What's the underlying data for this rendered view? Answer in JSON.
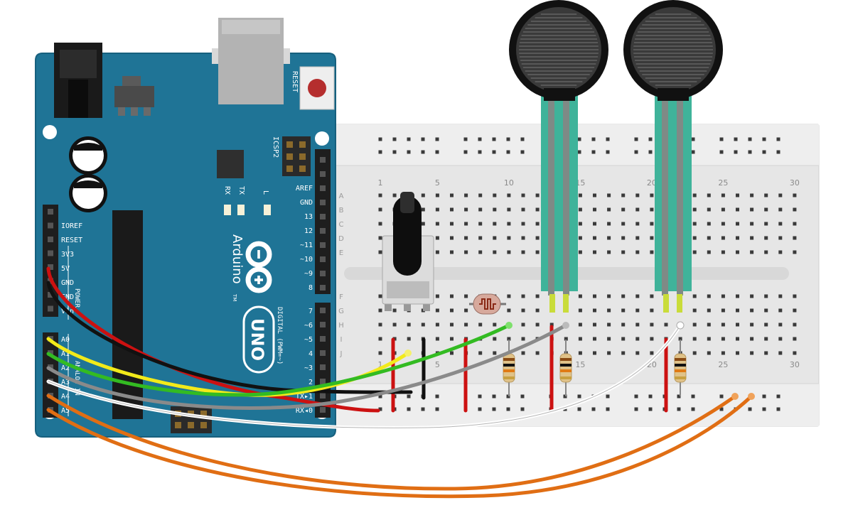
{
  "colors": {
    "board": "#1f7496",
    "board_edge": "#17607e",
    "breadboard": "#e6e6e6",
    "breadboard_rail": "#eeeeee",
    "hole": "#3a3a3a",
    "wire_red": "#cc1111",
    "wire_black": "#111111",
    "wire_yellow": "#f2ea1a",
    "wire_green": "#33bb22",
    "wire_gray": "#8a8a8a",
    "wire_white": "#ffffff",
    "wire_orange": "#e06e14",
    "fsr_tail": "#3fb39a"
  },
  "arduino": {
    "reset_label": "RESET",
    "icsp2_label": "ICSP2",
    "tx_label": "TX",
    "rx_label": "RX",
    "l_label": "L",
    "brand": "Arduino",
    "tm": "TM",
    "model": "UNO",
    "digital_label": "DIGITAL (PWM=~)",
    "power_label": "POWER",
    "analog_label": "ANALOG IN",
    "left_pins": [
      "IOREF",
      "RESET",
      "3V3",
      "5V",
      "GND",
      "GND",
      "Vin"
    ],
    "analog_pins": [
      "A0",
      "A1",
      "A2",
      "A3",
      "A4",
      "A5"
    ],
    "digital_pins_top": [
      "AREF",
      "GND",
      "13",
      "12",
      "~11",
      "~10",
      "~9",
      "8"
    ],
    "digital_pins_bottom": [
      "7",
      "~6",
      "~5",
      "4",
      "~3",
      "2",
      "TX▸1",
      "RX◂0"
    ]
  },
  "breadboard": {
    "row_letters": [
      "A",
      "B",
      "C",
      "D",
      "E",
      "F",
      "G",
      "H",
      "I",
      "J"
    ],
    "column_numbers": [
      "1",
      "5",
      "10",
      "15",
      "20",
      "25",
      "30"
    ]
  }
}
